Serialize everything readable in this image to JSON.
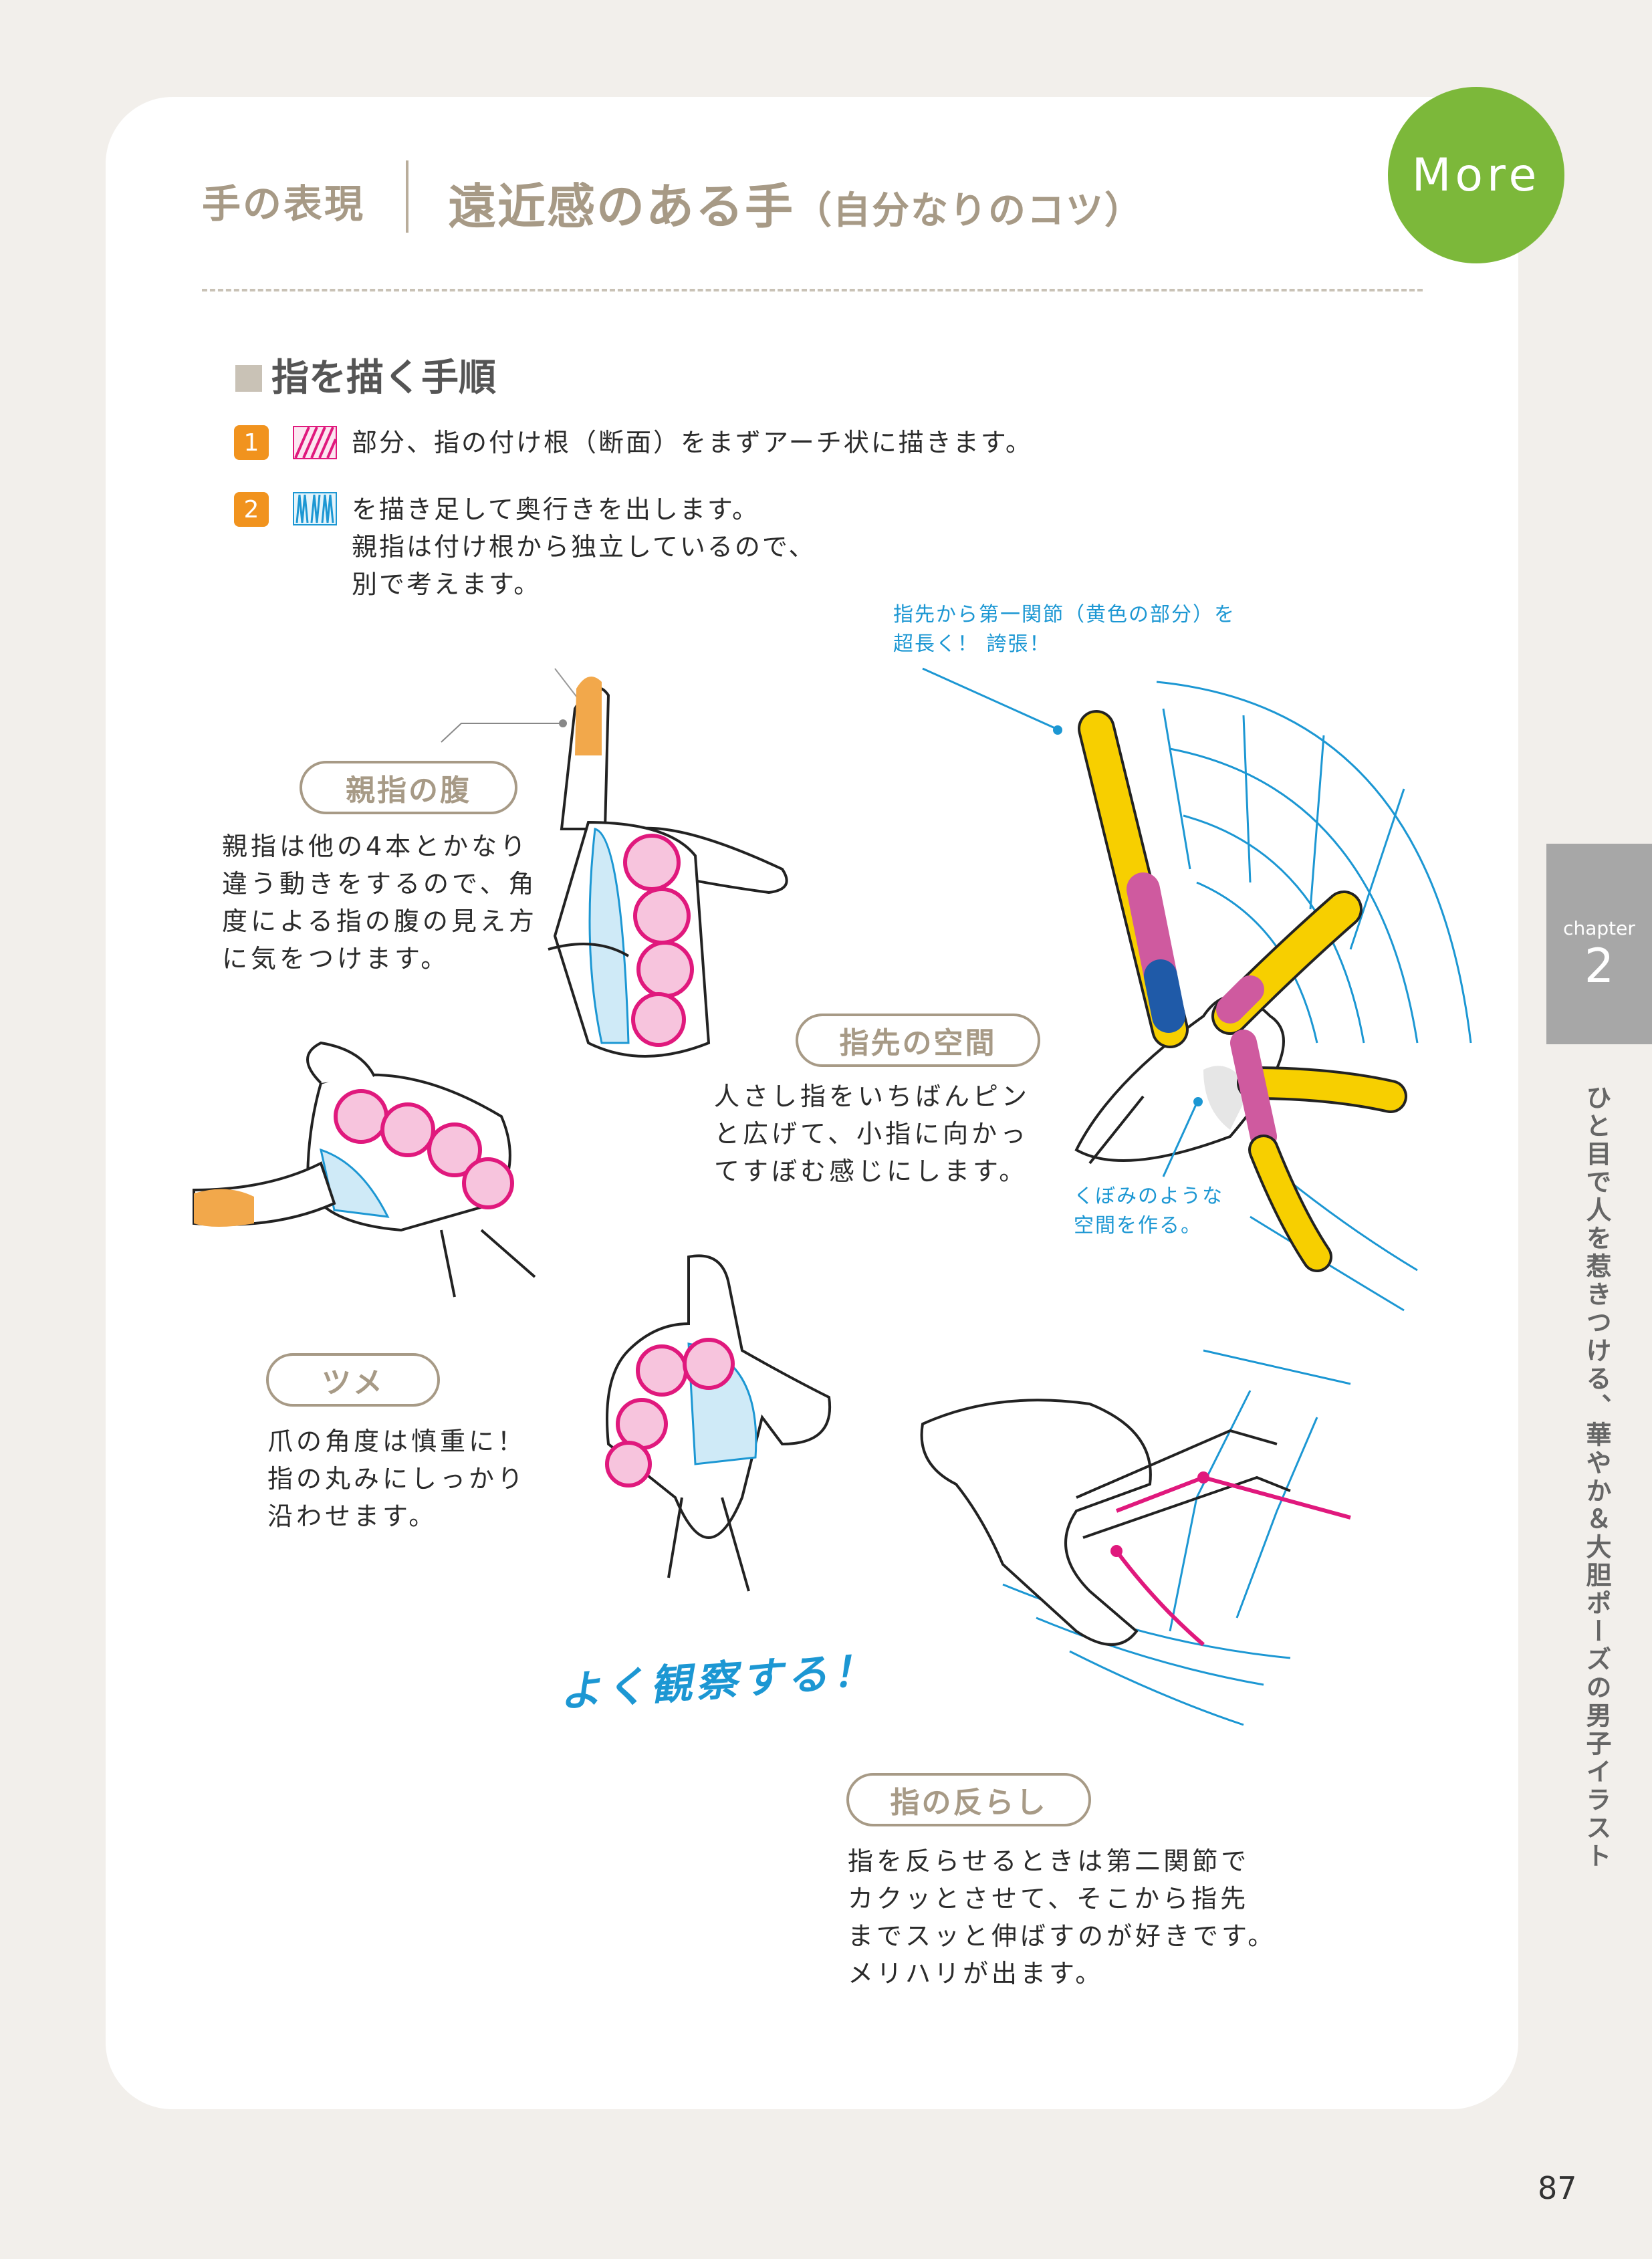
{
  "header": {
    "section": "手の表現",
    "title": "遠近感のある手",
    "title_sub": "（自分なりのコツ）",
    "badge": "More"
  },
  "sub_heading": "指を描く手順",
  "steps": [
    {
      "num": "1",
      "text": "部分、指の付け根（断面）をまずアーチ状に描きます。"
    },
    {
      "num": "2",
      "lines": [
        "を描き足して奥行きを出します。",
        "親指は付け根から独立しているので、",
        "別で考えます。"
      ]
    }
  ],
  "callouts": {
    "thumb": {
      "label": "親指の腹",
      "lines": [
        "親指は他の4本とかなり",
        "違う動きをするので、角",
        "度による指の腹の見え方",
        "に気をつけます。"
      ]
    },
    "space": {
      "label": "指先の空間",
      "lines": [
        "人さし指をいちばんピン",
        "と広げて、小指に向かっ",
        "てすぼむ感じにします。"
      ]
    },
    "nail": {
      "label": "ツメ",
      "lines": [
        "爪の角度は慎重に！",
        "指の丸みにしっかり",
        "沿わせます。"
      ]
    },
    "bend": {
      "label": "指の反らし",
      "lines": [
        "指を反らせるときは第二関節で",
        "カクッとさせて、そこから指先",
        "までスッと伸ばすのが好きです。",
        "メリハリが出ます。"
      ]
    }
  },
  "notes": {
    "fingertip": [
      "指先から第一関節（黄色の部分）を",
      "超長く！ 誇張！"
    ],
    "hollow": [
      "くぼみのような",
      "空間を作る。"
    ],
    "observe": "よく観察する！"
  },
  "sidebar": {
    "chapter_label": "chapter",
    "chapter_num": "2",
    "book_title": "ひと目で人を惹きつける、華やか＆大胆ポーズの男子イラスト"
  },
  "page_number": "87",
  "colors": {
    "accent_green": "#7cb83a",
    "orange": "#f1931e",
    "magenta": "#e0197d",
    "cyan": "#1c97d3",
    "yellow": "#f7cf00",
    "pink": "#cf5a9f",
    "blue": "#1f5aa8",
    "beige": "#a79a86"
  }
}
